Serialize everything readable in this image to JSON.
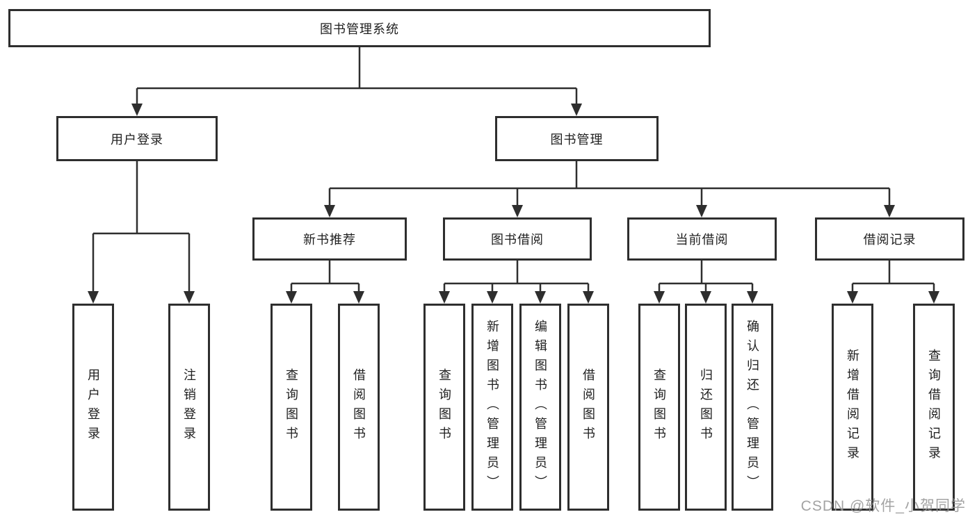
{
  "page": {
    "line_color": "#2e2e2e",
    "box_background": "#ffffff",
    "text_color": "#1f1f1f",
    "watermark": {
      "text": "CSDN @软件_小贺同学",
      "color": "#969696"
    }
  },
  "tree": {
    "root": {
      "label": "图书管理系统"
    },
    "branches": [
      {
        "label": "用户登录",
        "children": [
          {
            "label": "用户登录"
          },
          {
            "label": "注销登录"
          }
        ]
      },
      {
        "label": "图书管理",
        "children": [
          {
            "label": "新书推荐",
            "children": [
              {
                "label": "查询图书"
              },
              {
                "label": "借阅图书"
              }
            ]
          },
          {
            "label": "图书借阅",
            "children": [
              {
                "label": "查询图书"
              },
              {
                "label": "新增图书（管理员）"
              },
              {
                "label": "编辑图书（管理员）"
              },
              {
                "label": "借阅图书"
              }
            ]
          },
          {
            "label": "当前借阅",
            "children": [
              {
                "label": "查询图书"
              },
              {
                "label": "归还图书"
              },
              {
                "label": "确认归还（管理员）"
              }
            ]
          },
          {
            "label": "借阅记录",
            "children": [
              {
                "label": "新增借阅记录"
              },
              {
                "label": "查询借阅记录"
              }
            ]
          }
        ]
      }
    ]
  }
}
